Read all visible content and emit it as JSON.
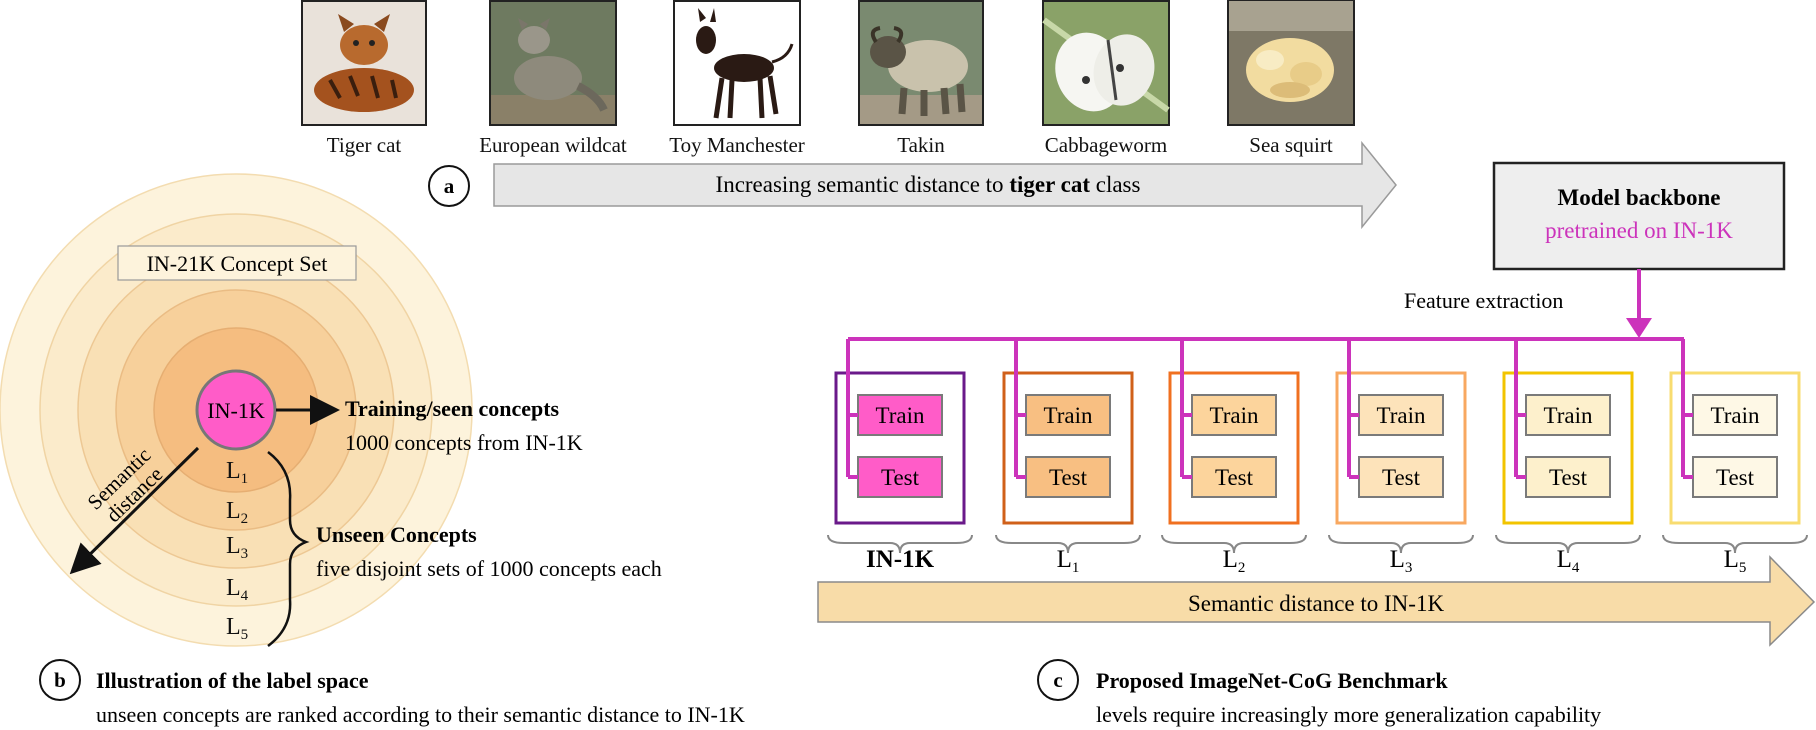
{
  "panel_a": {
    "marker": "a",
    "images": [
      {
        "label": "Tiger cat",
        "icon": "tiger-cat-photo"
      },
      {
        "label": "European wildcat",
        "icon": "european-wildcat-photo"
      },
      {
        "label": "Toy Manchester",
        "icon": "toy-manchester-photo"
      },
      {
        "label": "Takin",
        "icon": "takin-photo"
      },
      {
        "label": "Cabbageworm",
        "icon": "cabbageworm-photo"
      },
      {
        "label": "Sea squirt",
        "icon": "sea-squirt-photo"
      }
    ],
    "arrow_text_pre": "Increasing semantic distance to ",
    "arrow_text_bold": "tiger cat",
    "arrow_text_post": " class"
  },
  "panel_b": {
    "marker": "b",
    "concept_set_label": "IN-21K Concept Set",
    "center_label": "IN-1K",
    "training_title": "Training/seen concepts",
    "training_desc": "1000 concepts from IN-1K",
    "semantic_line1": "Semantic",
    "semantic_line2": "distance",
    "levels": [
      {
        "letter": "L",
        "sub": "1"
      },
      {
        "letter": "L",
        "sub": "2"
      },
      {
        "letter": "L",
        "sub": "3"
      },
      {
        "letter": "L",
        "sub": "4"
      },
      {
        "letter": "L",
        "sub": "5"
      }
    ],
    "unseen_title": "Unseen Concepts",
    "unseen_desc": "five disjoint sets of 1000 concepts each",
    "caption_title": "Illustration of the label space",
    "caption_desc": "unseen concepts are ranked according to their semantic distance to IN-1K"
  },
  "panel_c": {
    "marker": "c",
    "backbone_title": "Model backbone",
    "backbone_sub": "pretrained on IN-1K",
    "feature_extraction": "Feature extraction",
    "train_label": "Train",
    "test_label": "Test",
    "sets": [
      {
        "label": "IN-1K",
        "sub": "",
        "bold": true
      },
      {
        "label": "L",
        "sub": "1",
        "bold": false
      },
      {
        "label": "L",
        "sub": "2",
        "bold": false
      },
      {
        "label": "L",
        "sub": "3",
        "bold": false
      },
      {
        "label": "L",
        "sub": "4",
        "bold": false
      },
      {
        "label": "L",
        "sub": "5",
        "bold": false
      }
    ],
    "bottom_arrow_text": "Semantic distance to IN-1K",
    "caption_title": "Proposed ImageNet-CoG Benchmark",
    "caption_desc": "levels require increasingly more generalization capability"
  },
  "colors": {
    "magenta": "#cc33bb",
    "pink_fill": "#ff5cc8",
    "ring_1": "#fdf3dc",
    "ring_2": "#fbebcb",
    "ring_3": "#f9e0b5",
    "ring_4": "#f7d09b",
    "ring_5": "#f5bd80",
    "set_borders": [
      "#6a1a8a",
      "#d0601a",
      "#f07020",
      "#f8a860",
      "#f2c400",
      "#f8dc70"
    ],
    "set_fills": [
      "#ff5cc8",
      "#f8bf82",
      "#fcd49c",
      "#fde3ba",
      "#fdf0cc",
      "#fef8e6"
    ]
  }
}
